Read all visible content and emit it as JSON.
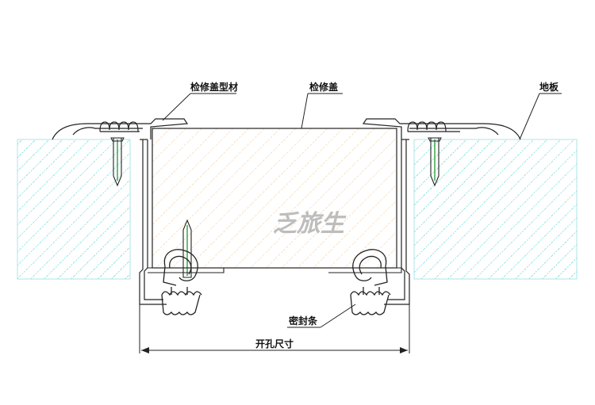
{
  "labels": {
    "profile": "检修盖型材",
    "cover": "检修盖",
    "floor": "地板",
    "seal": "密封条",
    "opening": "开孔尺寸"
  },
  "watermark": "乏旅生",
  "colors": {
    "floor_hatch": "#33cccc",
    "cover_hatch": "#f3c98b",
    "screw": "#2e9e3a",
    "line": "#222222"
  }
}
